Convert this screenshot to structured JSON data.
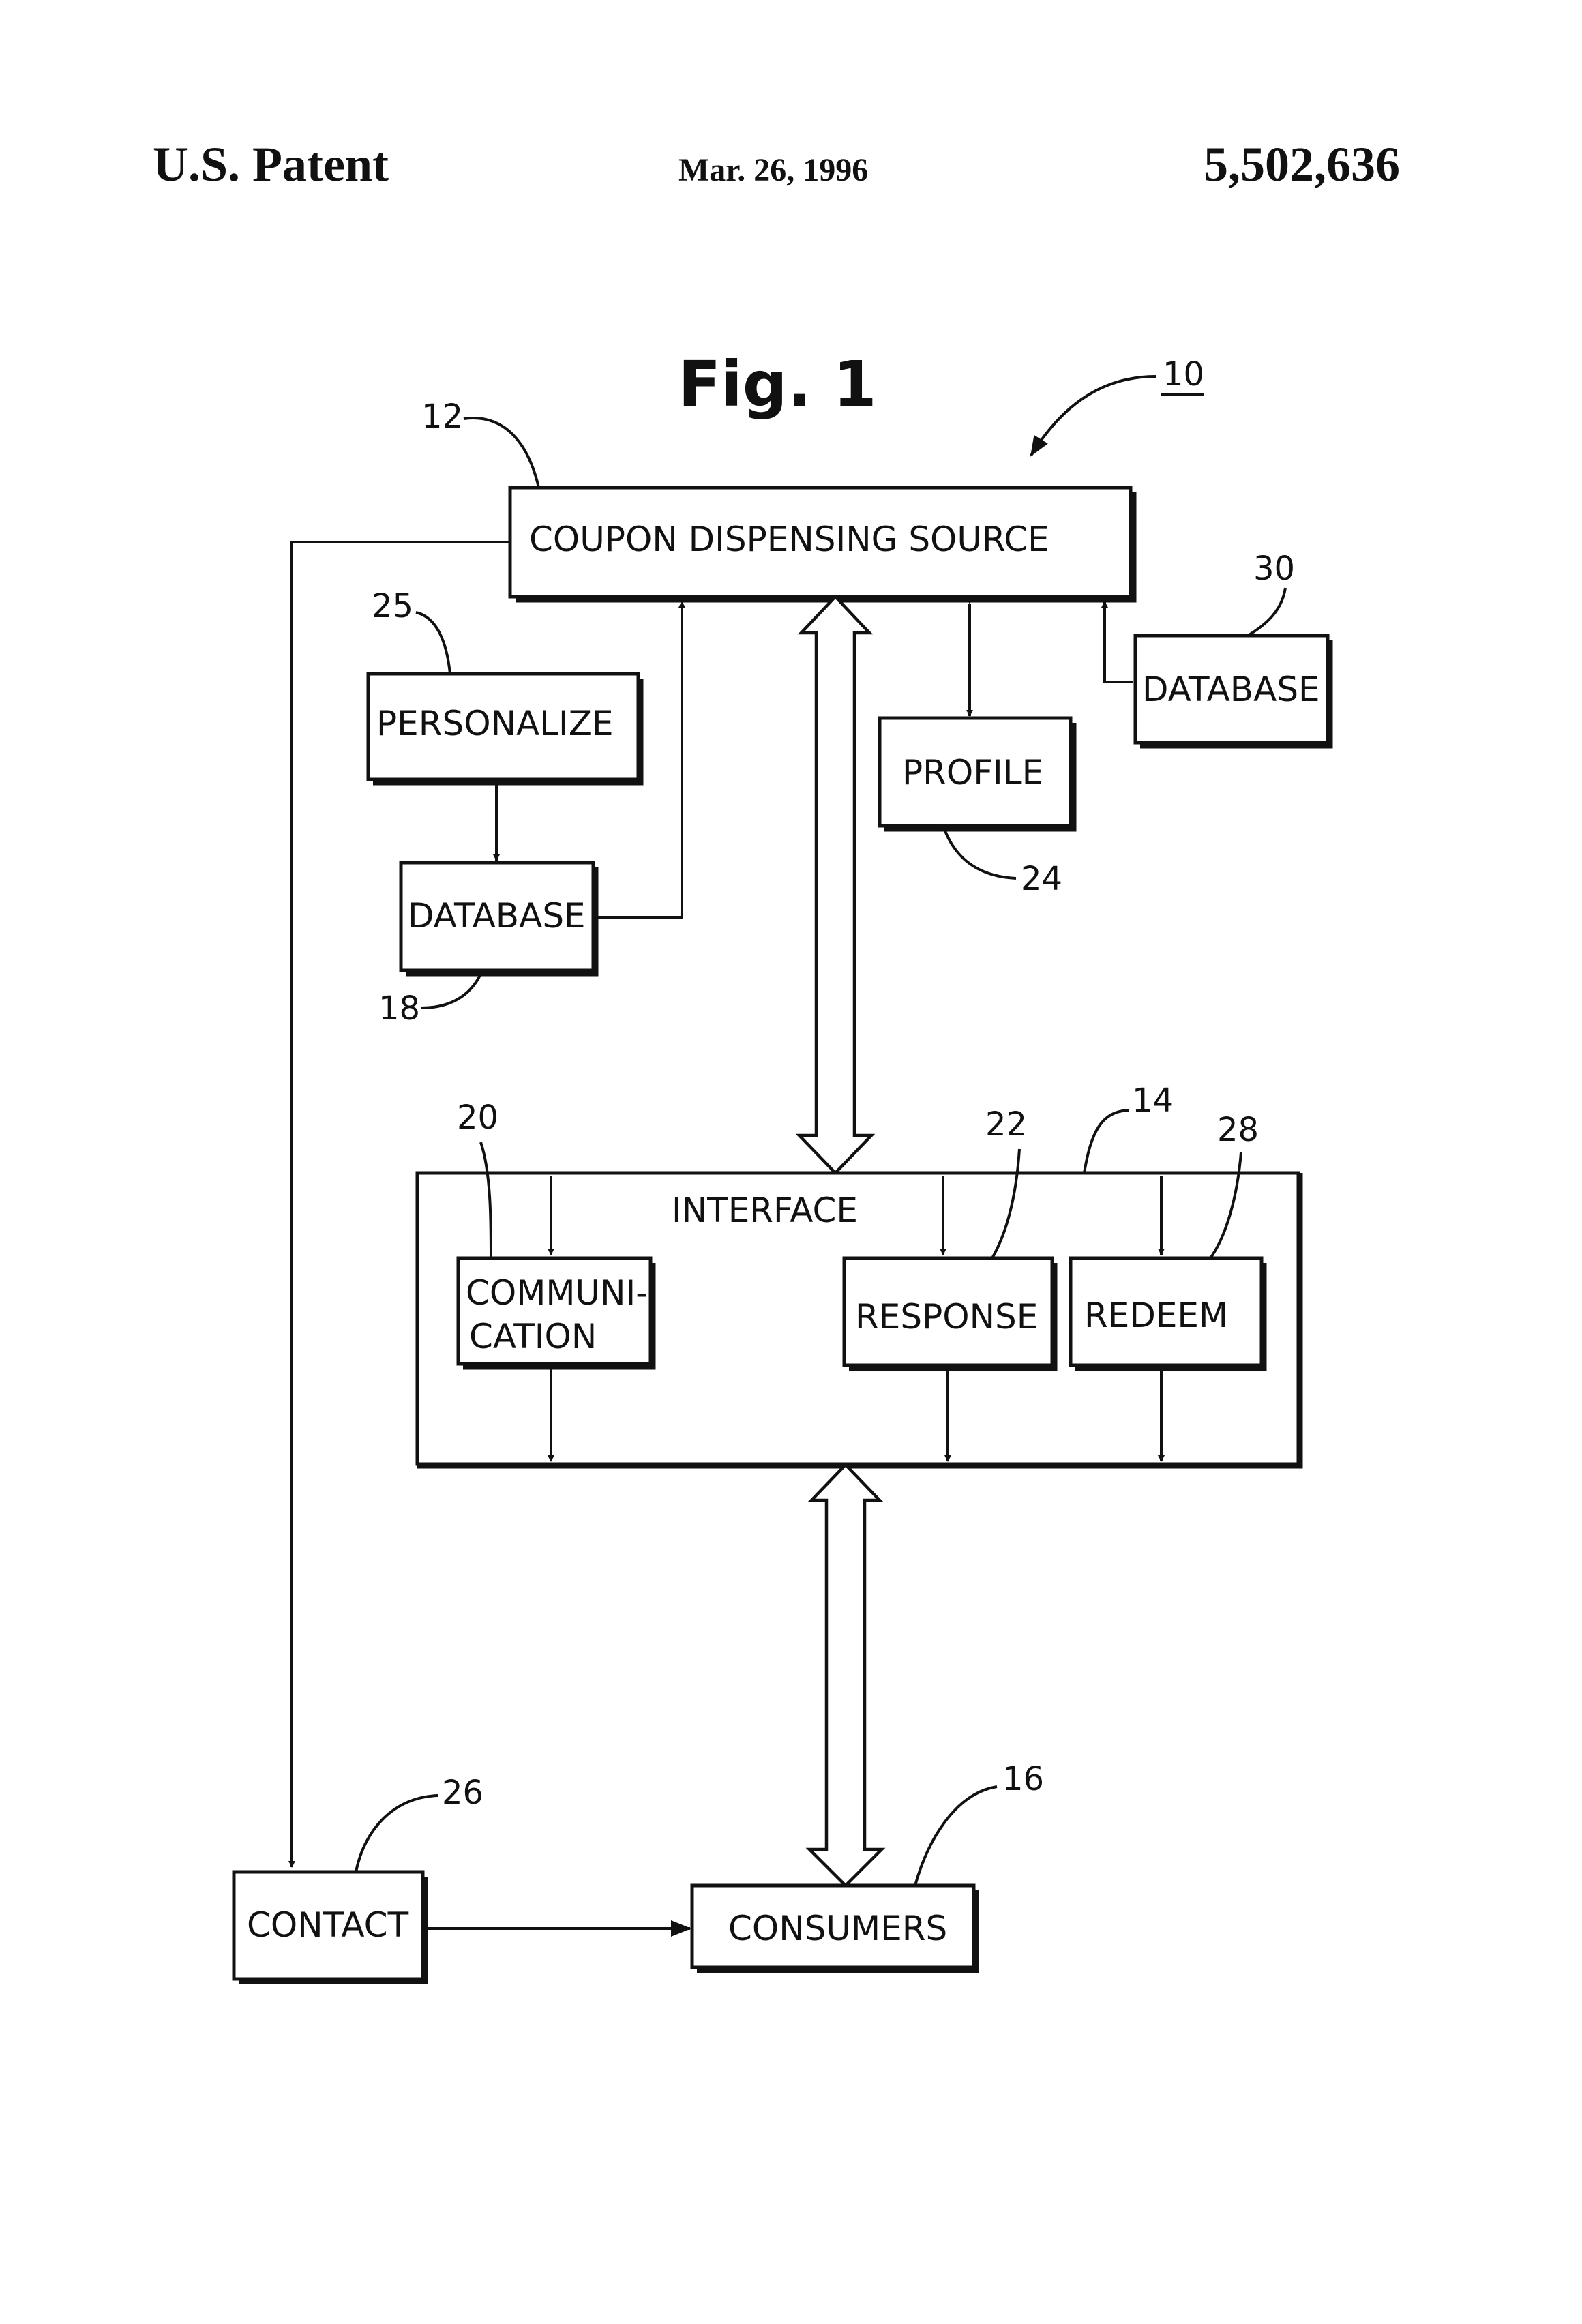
{
  "header": {
    "left": "U.S. Patent",
    "date": "Mar. 26, 1996",
    "patent_number": "5,502,636"
  },
  "figure": {
    "title": "Fig. 1",
    "refs": {
      "system": "10",
      "source": "12",
      "interface": "14",
      "consumers": "16",
      "database_left": "18",
      "communication": "20",
      "response": "22",
      "profile": "24",
      "personalize": "25",
      "contact": "26",
      "redeem": "28",
      "database_right": "30"
    },
    "boxes": {
      "source": "COUPON DISPENSING SOURCE",
      "personalize": "PERSONALIZE",
      "database_left": "DATABASE",
      "profile": "PROFILE",
      "database_right": "DATABASE",
      "interface": "INTERFACE",
      "communication_line1": "COMMUNI-",
      "communication_line2": "CATION",
      "response": "RESPONSE",
      "redeem": "REDEEM",
      "contact": "CONTACT",
      "consumers": "CONSUMERS"
    }
  }
}
